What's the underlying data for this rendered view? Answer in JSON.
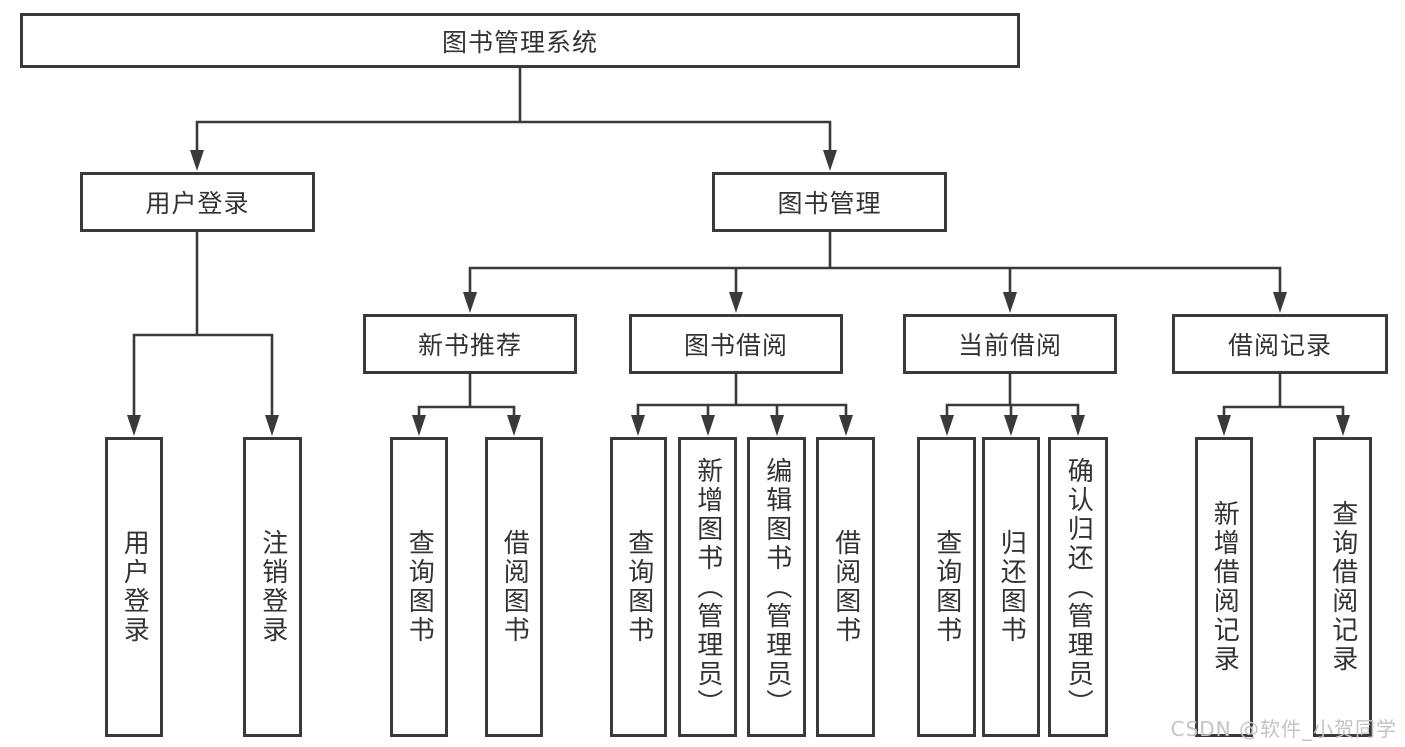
{
  "root": {
    "label": "图书管理系统"
  },
  "level2": [
    {
      "label": "用户登录"
    },
    {
      "label": "图书管理"
    }
  ],
  "level3": [
    {
      "label": "新书推荐",
      "parent": "图书管理"
    },
    {
      "label": "图书借阅",
      "parent": "图书管理"
    },
    {
      "label": "当前借阅",
      "parent": "图书管理"
    },
    {
      "label": "借阅记录",
      "parent": "图书管理"
    }
  ],
  "leaves": [
    {
      "label": "用户登录",
      "parent": "用户登录"
    },
    {
      "label": "注销登录",
      "parent": "用户登录"
    },
    {
      "label": "查询图书",
      "parent": "新书推荐"
    },
    {
      "label": "借阅图书",
      "parent": "新书推荐"
    },
    {
      "label": "查询图书",
      "parent": "图书借阅"
    },
    {
      "label": "新增图书（管理员）",
      "parent": "图书借阅"
    },
    {
      "label": "编辑图书（管理员）",
      "parent": "图书借阅"
    },
    {
      "label": "借阅图书",
      "parent": "图书借阅"
    },
    {
      "label": "查询图书",
      "parent": "当前借阅"
    },
    {
      "label": "归还图书",
      "parent": "当前借阅"
    },
    {
      "label": "确认归还（管理员）",
      "parent": "当前借阅"
    },
    {
      "label": "新增借阅记录",
      "parent": "借阅记录"
    },
    {
      "label": "查询借阅记录",
      "parent": "借阅记录"
    }
  ],
  "watermark": "CSDN @软件_小贺同学",
  "colors": {
    "line": "#3a3a3a",
    "text": "#333333",
    "background": "#ffffff",
    "watermark": "#c4c4c4"
  }
}
